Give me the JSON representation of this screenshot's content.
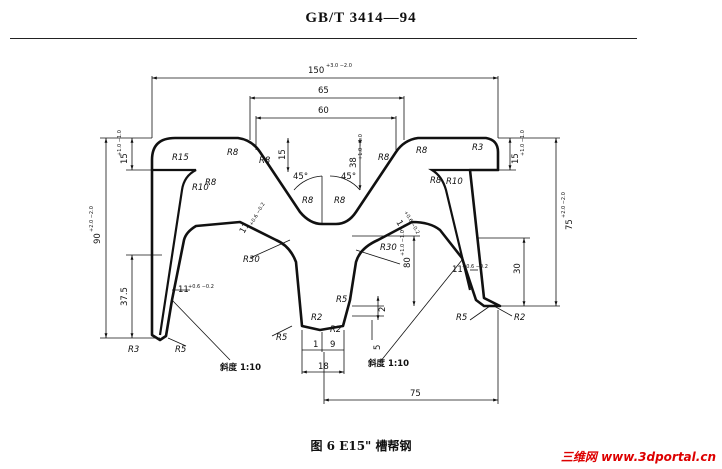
{
  "header": {
    "title": "GB/T 3414—94"
  },
  "caption": "图 6   E15\" 槽帮钢",
  "watermark": "三维网 www.3dportal.cn",
  "dimensions": {
    "overall_width": "150",
    "overall_width_tol": "+3.0 −2.0",
    "top_65": "65",
    "top_60": "60",
    "left_height": "90",
    "left_height_tol": "+2.0 −2.0",
    "right_height": "75",
    "right_height_tol": "+2.0 −2.0",
    "flange_15_left": "15",
    "flange_15_right": "15",
    "flange_tol": "+1.0 −1.0",
    "center_15": "15",
    "center_38": "38",
    "center_38_tol": "+1.0 −1.0",
    "left_37_5": "37.5",
    "right_30": "30",
    "bottom_18": "18",
    "bottom_1": "1",
    "bottom_9": "9",
    "bottom_75": "75",
    "small_2": "2",
    "small_5": "5",
    "web_11_a": "11",
    "web_11_b": "11",
    "web_11_c": "11",
    "web_11_d": "11",
    "web_tol": "+0.6 −0.2",
    "web_80": "80",
    "web_80_tol": "+1.0 −1.0",
    "angle_left": "45°",
    "angle_right": "45°"
  },
  "radii": {
    "r15": "R15",
    "r8_a": "R8",
    "r8_b": "R8",
    "r8_c": "R8",
    "r8_d": "R8",
    "r8_e": "R8",
    "r8_f": "R8",
    "r8_g": "R8",
    "r8_h": "R8",
    "r10_a": "R10",
    "r10_b": "R10",
    "r3_right": "R3",
    "r3_left": "R3",
    "r30_a": "R30",
    "r30_b": "R30",
    "r5_a": "R5",
    "r5_b": "R5",
    "r5_c": "R5",
    "r5_d": "R5",
    "r2_a": "R2",
    "r2_b": "R2",
    "r2_c": "R2"
  },
  "notes": {
    "slope_left": "斜度 1:10",
    "slope_right": "斜度 1:10"
  }
}
